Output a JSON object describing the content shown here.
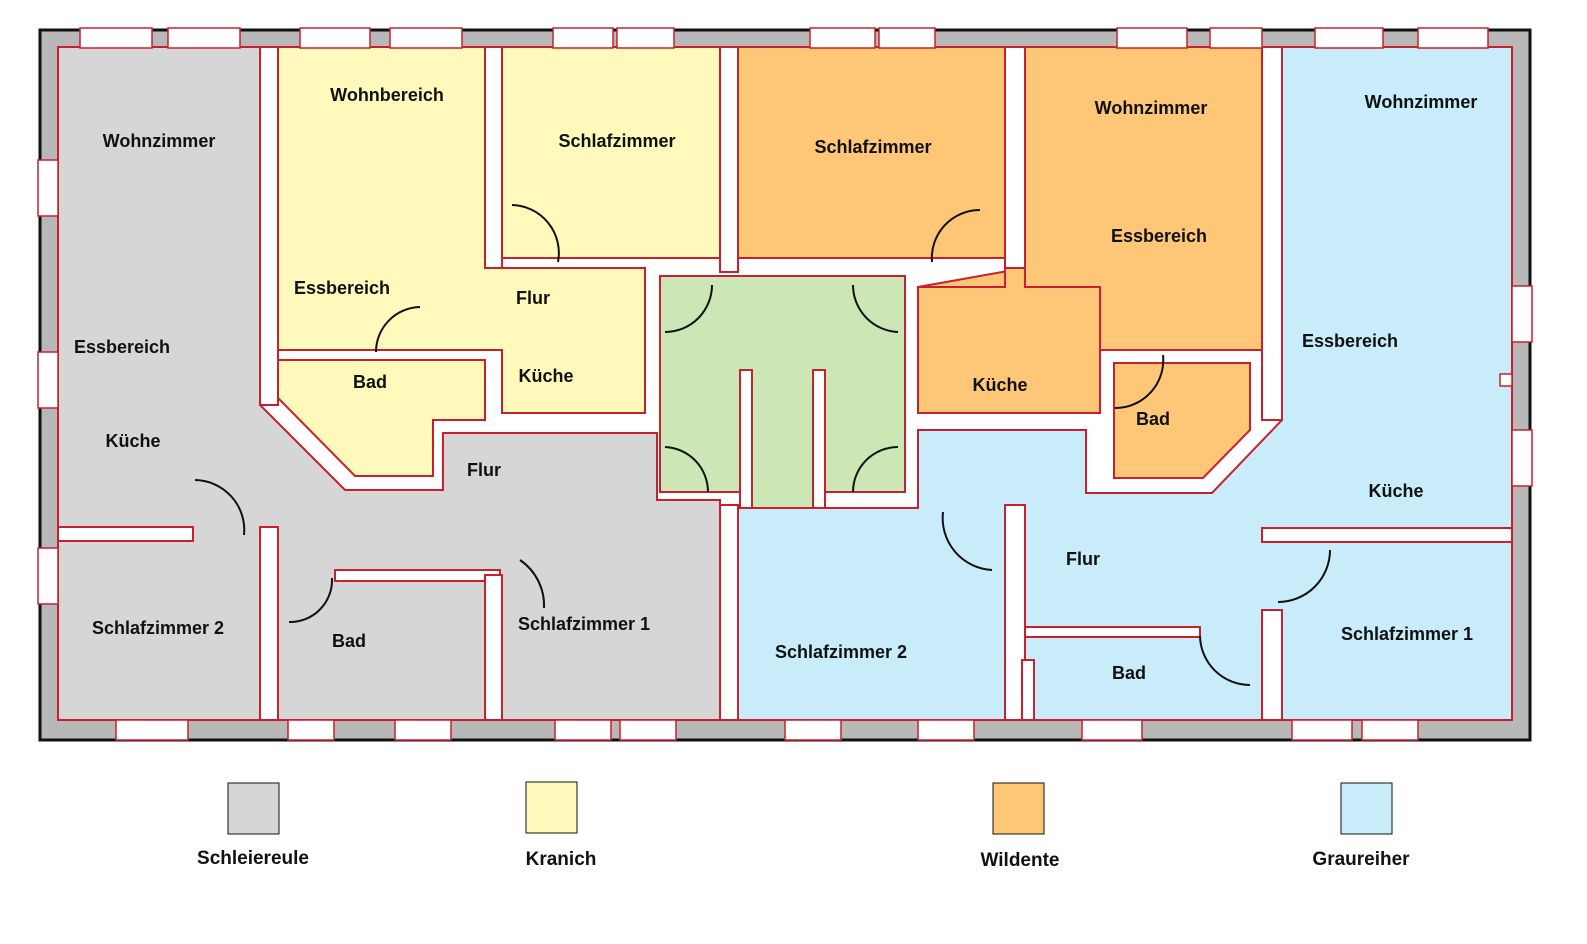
{
  "diagram": {
    "type": "floor-plan",
    "apartments": [
      {
        "name": "Schleiereule",
        "color": "#d6d6d6",
        "rooms": [
          "Wohnzimmer",
          "Essbereich",
          "Küche",
          "Flur",
          "Schlafzimmer 2",
          "Bad",
          "Schlafzimmer 1"
        ]
      },
      {
        "name": "Kranich",
        "color": "#fff9bb",
        "rooms": [
          "Wohnbereich",
          "Schlafzimmer",
          "Essbereich",
          "Flur",
          "Bad",
          "Küche"
        ]
      },
      {
        "name": "Wildente",
        "color": "#fec677",
        "rooms": [
          "Schlafzimmer",
          "Wohnzimmer",
          "Essbereich",
          "Küche",
          "Bad"
        ]
      },
      {
        "name": "Graureiher",
        "color": "#c9ecfb",
        "rooms": [
          "Wohnzimmer",
          "Essbereich",
          "Küche",
          "Flur",
          "Schlafzimmer 2",
          "Bad",
          "Schlafzimmer 1"
        ]
      }
    ],
    "common_area_color": "#cde6b5",
    "labels": {
      "s_wohnzimmer": "Wohnzimmer",
      "s_essbereich": "Essbereich",
      "s_kueche": "Küche",
      "s_flur": "Flur",
      "s_schlaf2": "Schlafzimmer 2",
      "s_bad": "Bad",
      "s_schlaf1": "Schlafzimmer 1",
      "k_wohnbereich": "Wohnbereich",
      "k_schlafzimmer": "Schlafzimmer",
      "k_essbereich": "Essbereich",
      "k_flur": "Flur",
      "k_bad": "Bad",
      "k_kueche": "Küche",
      "w_schlafzimmer": "Schlafzimmer",
      "w_wohnzimmer": "Wohnzimmer",
      "w_essbereich": "Essbereich",
      "w_kueche": "Küche",
      "w_bad": "Bad",
      "g_wohnzimmer": "Wohnzimmer",
      "g_essbereich": "Essbereich",
      "g_kueche": "Küche",
      "g_flur": "Flur",
      "g_schlaf2": "Schlafzimmer 2",
      "g_bad": "Bad",
      "g_schlaf1": "Schlafzimmer 1"
    },
    "legend": [
      {
        "label": "Schleiereule",
        "color": "#d6d6d6"
      },
      {
        "label": "Kranich",
        "color": "#fff9bb"
      },
      {
        "label": "Wildente",
        "color": "#fec677"
      },
      {
        "label": "Graureiher",
        "color": "#c9ecfb"
      }
    ]
  }
}
